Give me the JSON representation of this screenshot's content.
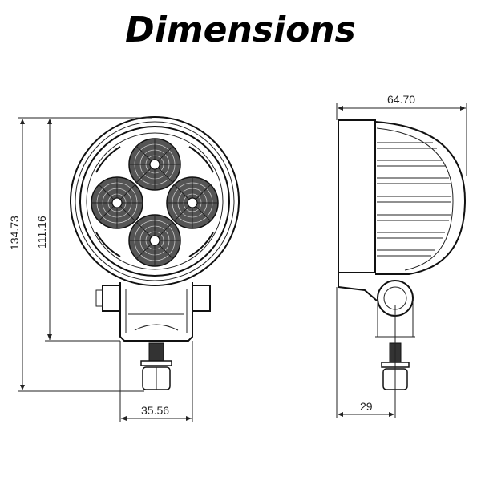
{
  "title": "Dimensions",
  "dimensions": {
    "overall_height": "134.73",
    "housing_height": "111.16",
    "bracket_width": "35.56",
    "depth": "64.70",
    "mount_offset": "29"
  },
  "colors": {
    "line": "#222222",
    "background": "#ffffff"
  }
}
